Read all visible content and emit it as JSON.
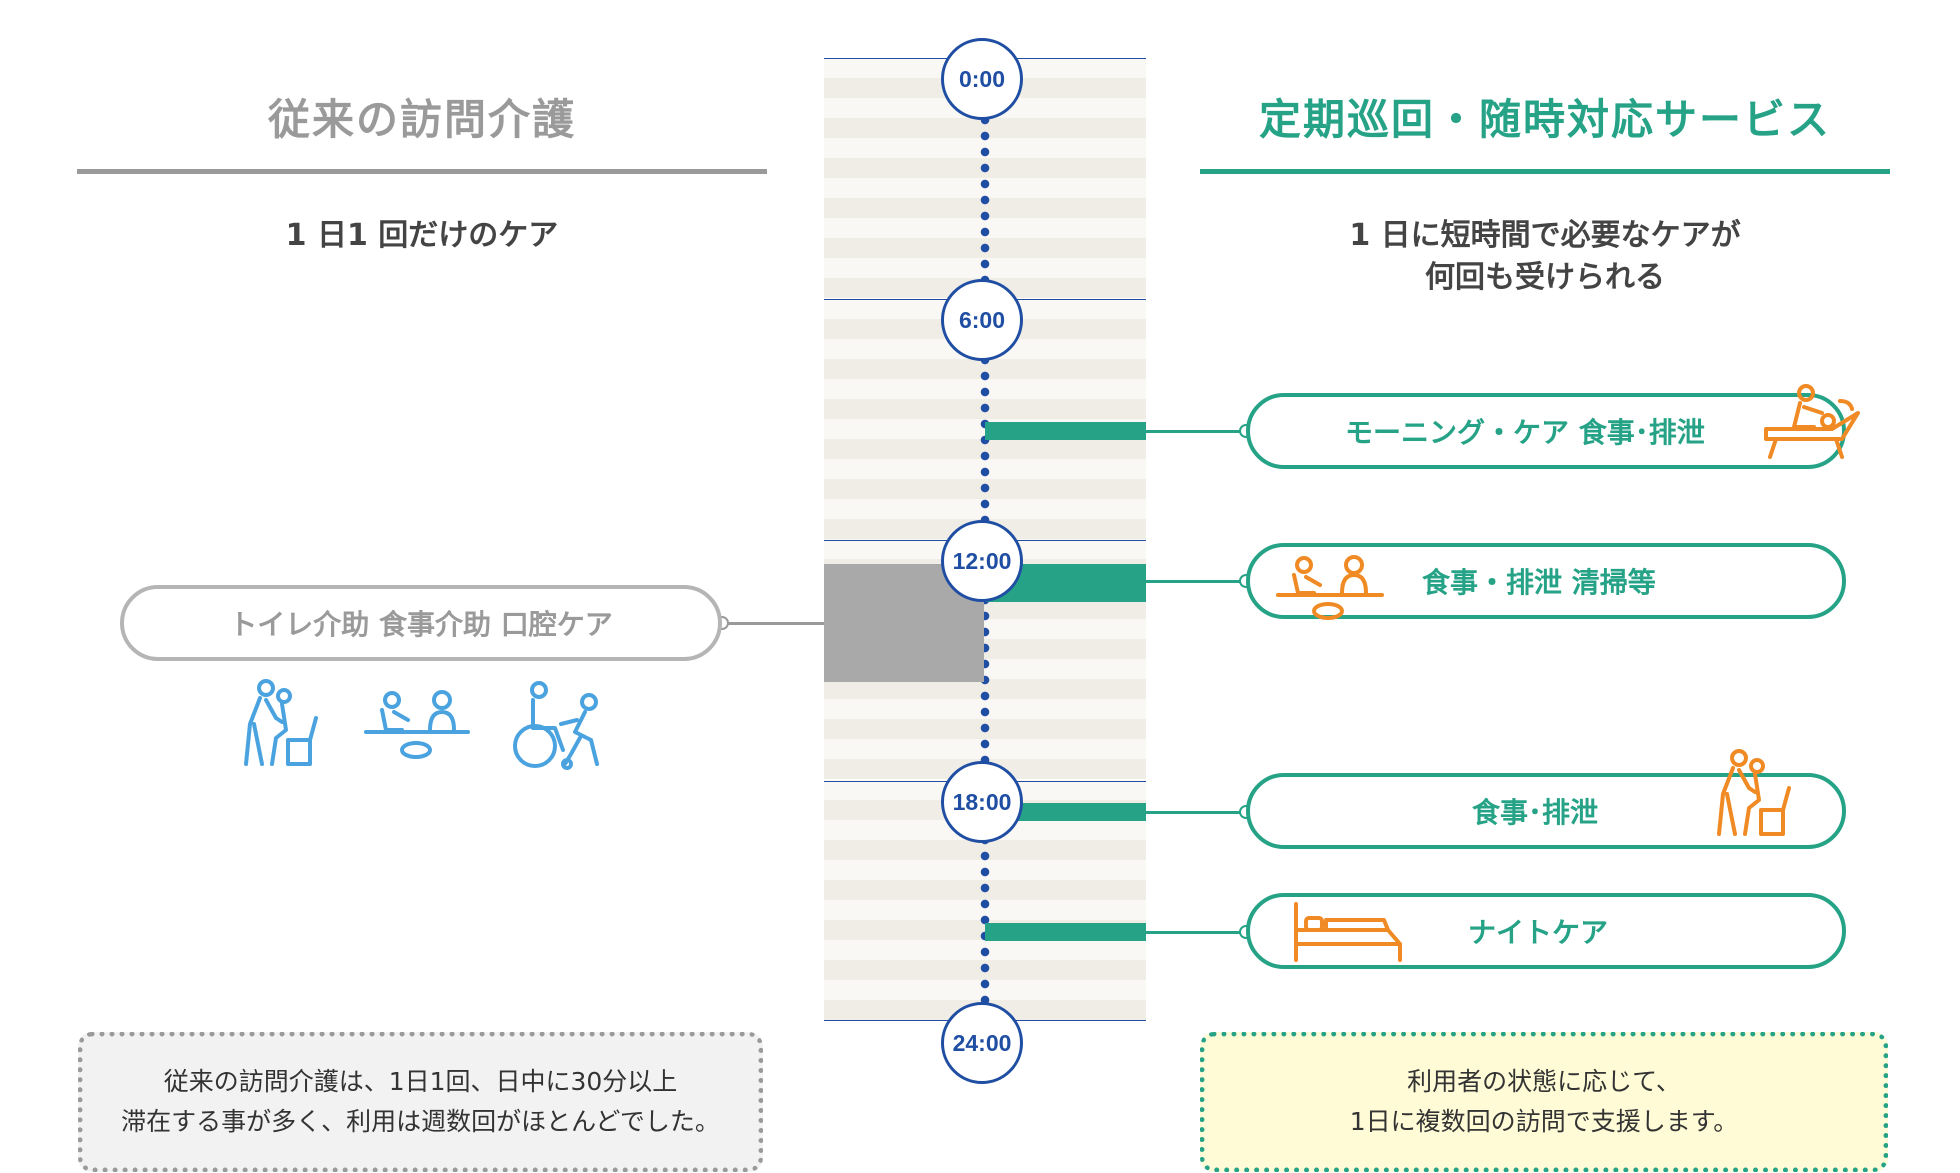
{
  "left": {
    "heading": "従来の訪問介護",
    "subtitle": "1 日1 回だけのケア",
    "pill": "トイレ介助 食事介助 口腔ケア",
    "icons": [
      "toilet-assist-icon",
      "meal-assist-icon",
      "wheelchair-care-icon"
    ],
    "note": [
      "従来の訪問介護は、1日1回、日中に30分以上",
      "滞在する事が多く、利用は週数回がほとんどでした。"
    ]
  },
  "right": {
    "heading": "定期巡回・随時対応サービス",
    "subtitle": [
      "1 日に短時間で必要なケアが",
      "何回も受けられる"
    ],
    "pills": [
      {
        "label": "モーニング・ケア 食事･排泄",
        "icon": "morning-care-icon"
      },
      {
        "label": "食事・排泄 清掃等",
        "icon": "meal-cleaning-icon"
      },
      {
        "label": "食事･排泄",
        "icon": "toilet-assist-icon"
      },
      {
        "label": "ナイトケア",
        "icon": "bed-icon"
      }
    ],
    "note": [
      "利用者の状態に応じて、",
      "1日に複数回の訪問で支援します。"
    ]
  },
  "timeline": {
    "labels": [
      "0:00",
      "6:00",
      "12:00",
      "18:00",
      "24:00"
    ]
  },
  "colors": {
    "accent": "#26a387",
    "gray": "#9a9a9a",
    "timeline": "#1f4ea3",
    "icon_blue": "#4aa3df",
    "icon_orange": "#f08a24"
  }
}
